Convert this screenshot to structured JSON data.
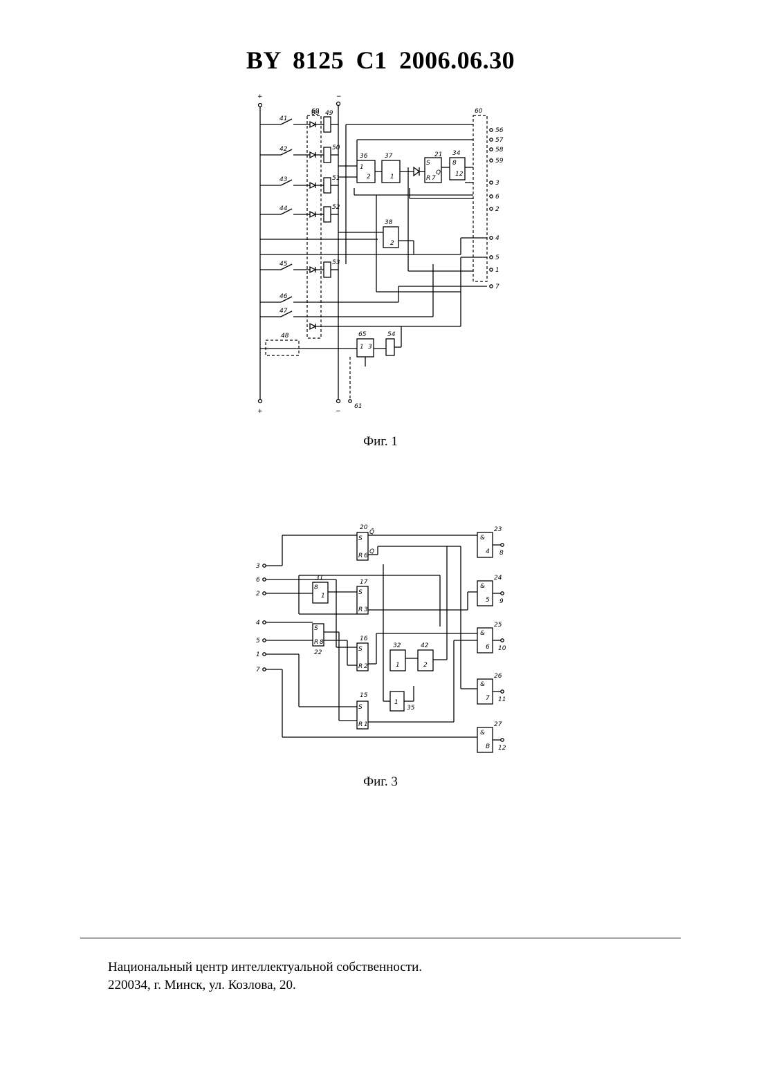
{
  "header": {
    "title": "BY  8125  C1  2006.06.30"
  },
  "figures": [
    {
      "caption": "Фиг. 1",
      "labels": {
        "plus_top": "+",
        "minus_top": "−",
        "plus_bottom": "+",
        "minus_bottom": "−",
        "sw41": "41",
        "sw42": "42",
        "sw43": "43",
        "sw44": "44",
        "sw45": "45",
        "sw46": "46",
        "sw47": "47",
        "sw48": "48",
        "block60a": "60",
        "block60b": "60",
        "diode60": "60",
        "coil49": "49",
        "coil50": "50",
        "coil51": "51",
        "coil52": "52",
        "coil53": "53",
        "coil54": "54",
        "el36": "36",
        "el37": "37",
        "el21": "21",
        "el34": "34",
        "el38": "38",
        "el65": "65",
        "g36a": "1",
        "g36b": "2",
        "g37": "1",
        "g38": "2",
        "g34": "8",
        "g34b": "12",
        "tS": "S",
        "tR": "R",
        "t7": "7",
        "tQ": "Q",
        "g65a": "1",
        "g65b": "3",
        "out56": "56",
        "out57": "57",
        "out58": "58",
        "out59": "59",
        "out3": "3",
        "out6": "6",
        "out2": "2",
        "out4": "4",
        "out5": "5",
        "out1": "1",
        "out7": "7",
        "in61": "61"
      }
    },
    {
      "caption": "Фиг. 3",
      "labels": {
        "in3": "3",
        "in6": "6",
        "in2": "2",
        "in4": "4",
        "in5": "5",
        "in1": "1",
        "in7": "7",
        "t20": "20",
        "t17": "17",
        "t16": "16",
        "t15": "15",
        "t22": "22",
        "g31": "31",
        "g32": "32",
        "g42": "42",
        "g35": "35",
        "a23": "23",
        "a24": "24",
        "a25": "25",
        "a26": "26",
        "a27": "27",
        "o8": "8",
        "o9": "9",
        "o10": "10",
        "o11": "11",
        "o12": "12",
        "S": "S",
        "R": "R",
        "Q": "Q",
        "Qbar": "Q̄",
        "n6": "6",
        "n3": "3",
        "n2": "2",
        "n1": "1",
        "n8": "8",
        "g31a": "8",
        "g31b": "1",
        "g32v": "1",
        "g42v": "2",
        "g35v": "1",
        "a4": "4",
        "a5": "5",
        "a6": "6",
        "a7": "7",
        "aB": "B",
        "and": "&"
      }
    }
  ],
  "footer": {
    "line1": "Национальный центр интеллектуальной собственности.",
    "line2": "220034, г. Минск, ул. Козлова, 20."
  }
}
